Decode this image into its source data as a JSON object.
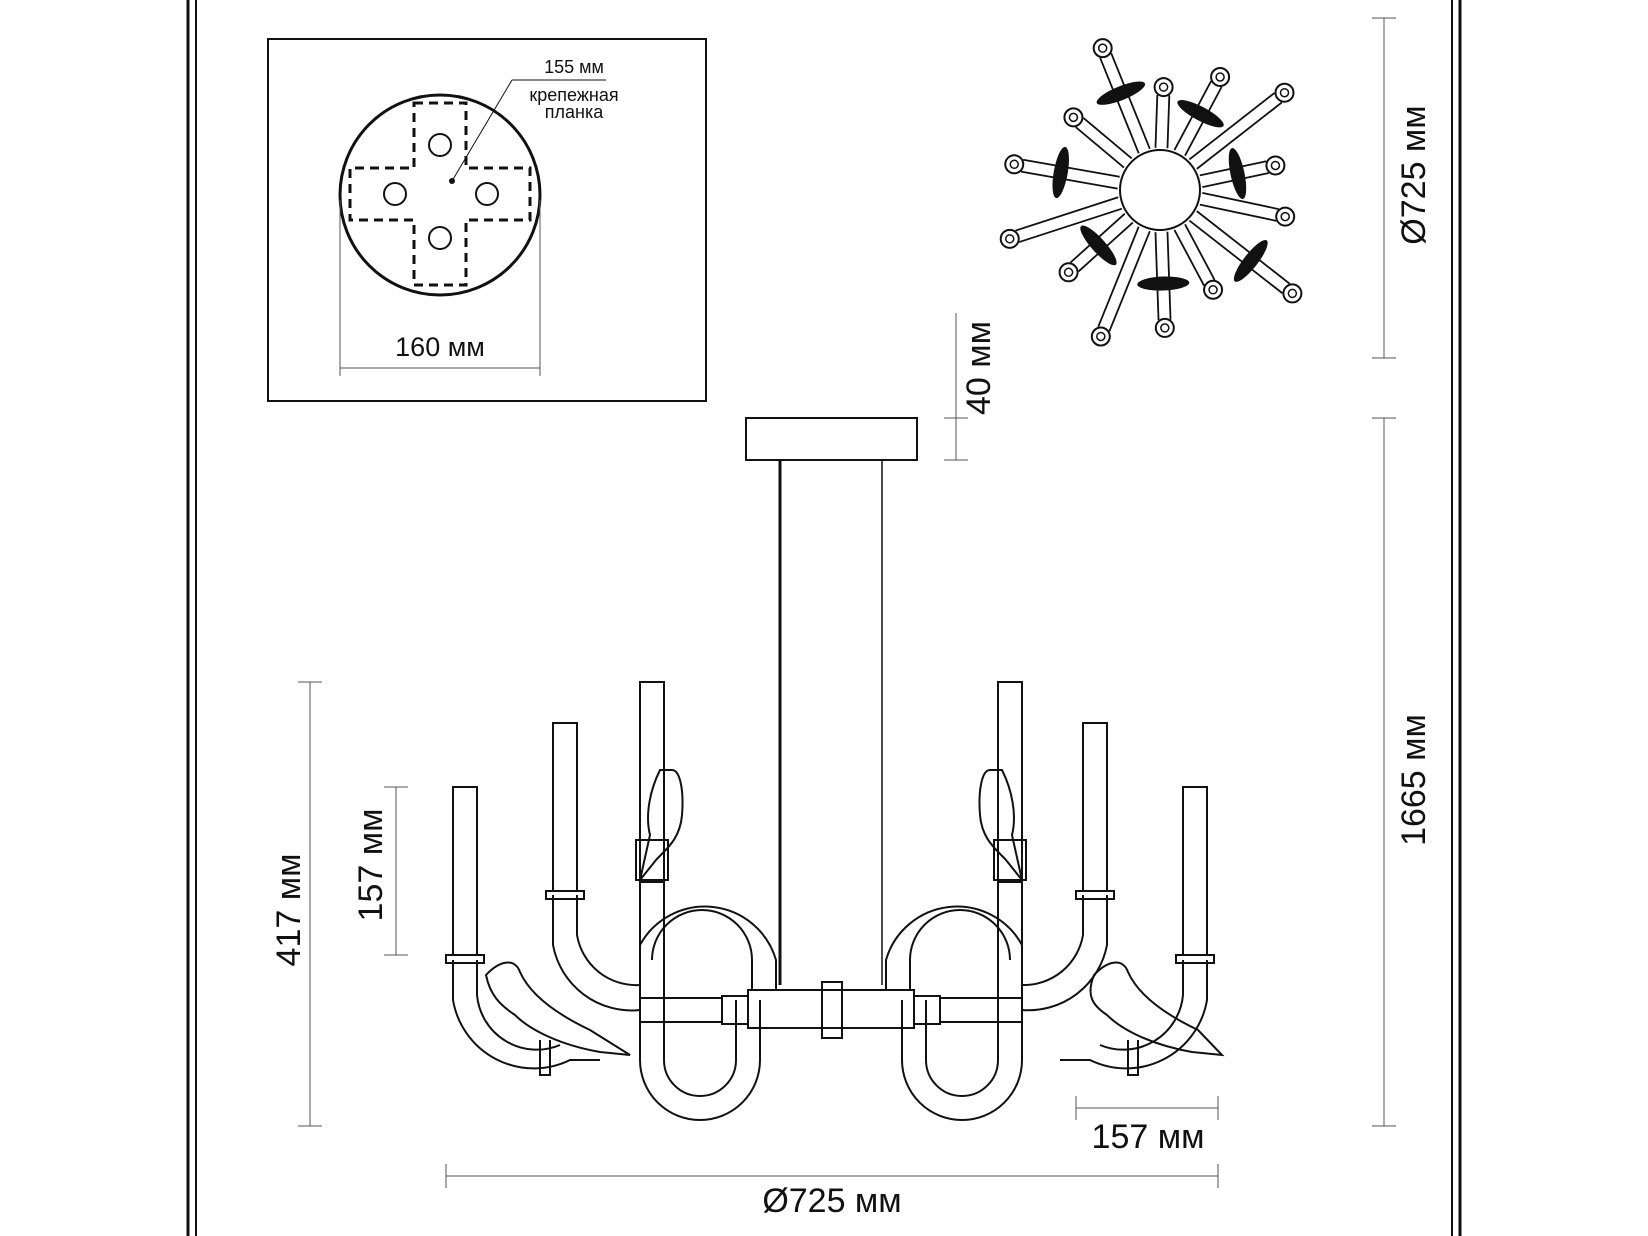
{
  "mount_plate": {
    "bracket_size": "155 мм",
    "bracket_label_line1": "крепежная",
    "bracket_label_line2": "планка",
    "diameter": "160 мм"
  },
  "top_view": {
    "diameter": "Ø725 мм"
  },
  "side_view": {
    "canopy_height": "40 мм",
    "total_height": "1665 мм",
    "body_height": "417 мм",
    "shade_height": "157 мм",
    "shade_width": "157 мм",
    "diameter": "Ø725 мм"
  },
  "colors": {
    "line": "#111111",
    "background": "#ffffff"
  }
}
